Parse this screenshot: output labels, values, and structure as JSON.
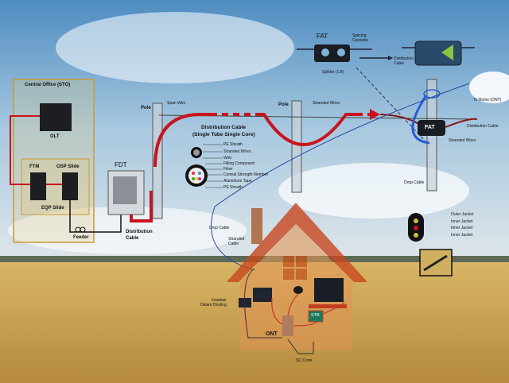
{
  "central_office": {
    "title": "Central Office (STO)",
    "olt": "OLT",
    "ftm": "FTM",
    "osp_slide": "OSP Slide",
    "eqp_slide": "EQP Slide",
    "feeder": "Feeder"
  },
  "fdt": {
    "label": "FDT",
    "distribution_cable": "Distribution\nCable",
    "distribution_cable_l1": "Distribution",
    "distribution_cable_l2": "Cable"
  },
  "poles": {
    "pole1": "Pole",
    "pole2": "Pole",
    "span_wire": "Span Wire",
    "stranded_wires": "Stranded Wires"
  },
  "distribution_cable": {
    "title_l1": "Distribution Cable",
    "title_l2": "(Single Tube Single Core)",
    "layers": [
      "PE Sheath",
      "Stranded Wires",
      "Web",
      "Filling Compound",
      "Fiber",
      "Central Strength Member",
      "Aluminium Tape",
      "PE Sheath"
    ]
  },
  "fat_detail": {
    "title": "FAT",
    "splicing_cassette_l1": "Splicing",
    "splicing_cassette_l2": "Cassette",
    "splitter": "Splitter (1:8)",
    "distribution_cable_l1": "Distribution",
    "distribution_cable_l2": "Cable"
  },
  "fat_pole": {
    "label": "FAT",
    "to_home": "To Home (ONT)",
    "distribution_cable": "Distribution Cable",
    "stranded_wires": "Stranded Wires",
    "drop_cable": "Drop Cable"
  },
  "drop_cable_section": {
    "layers": [
      "Outer Jacket",
      "Inner Jacket",
      "Inner Jacket",
      "Inner Jacket"
    ]
  },
  "house": {
    "drop_cable": "Drop Cable",
    "stranded_cable_l1": "Stranded",
    "stranded_cable_l2": "Cable",
    "indoor_l1": "Instalasi",
    "indoor_l2": "Dalam Dinding",
    "ont": "ONT",
    "stb": "STB",
    "sc_conn": "SC Conn"
  },
  "colors": {
    "cable_red": "#d8141c",
    "sky": "#6fa5cf",
    "field": "#c9a24e",
    "house": "#d9873f"
  }
}
